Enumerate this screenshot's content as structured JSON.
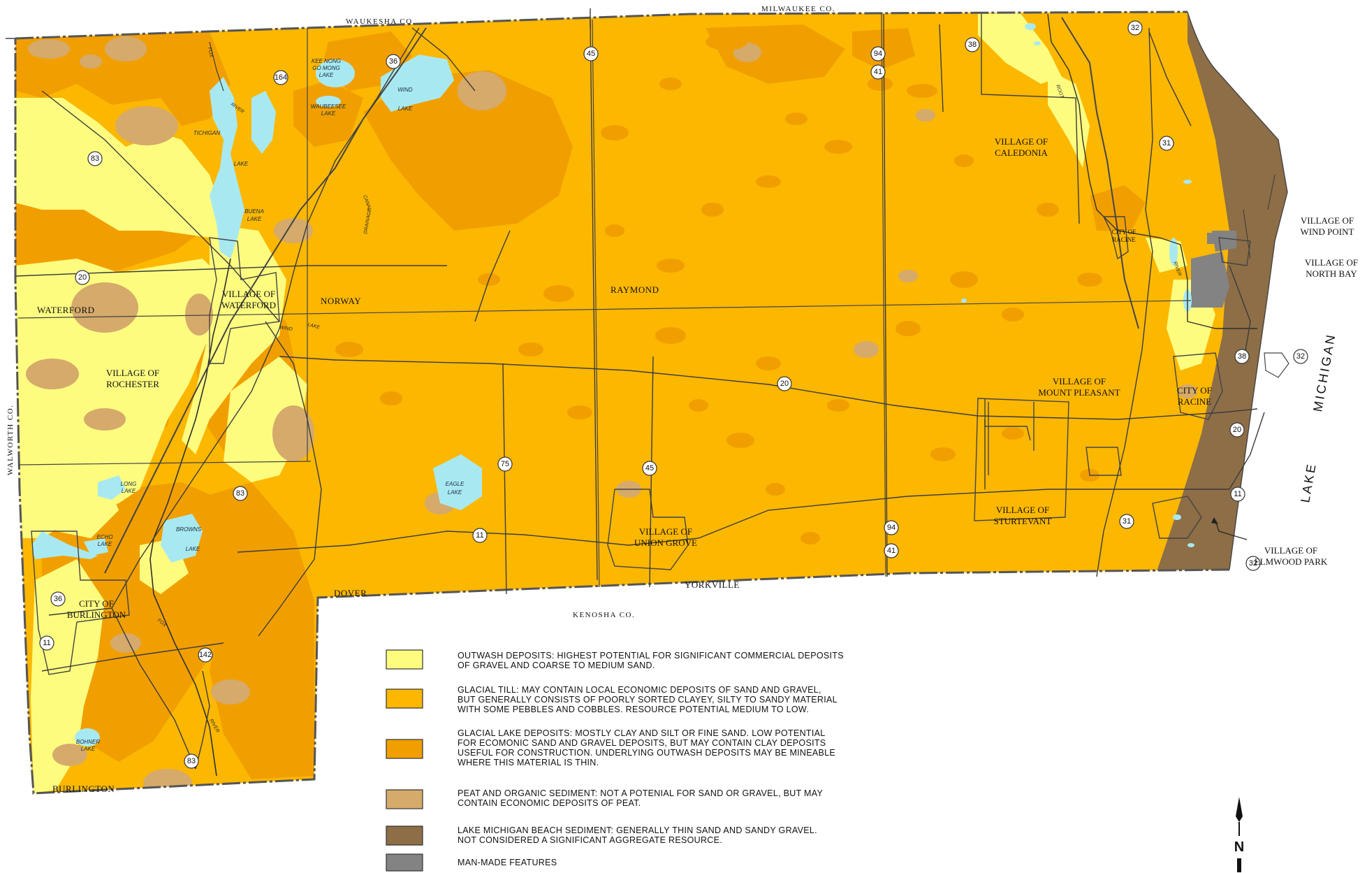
{
  "colors": {
    "outwash": "#fdfc7f",
    "till": "#fcb701",
    "glacial_lake": "#f19f00",
    "peat": "#d5aa6b",
    "beach": "#8d6e47",
    "manmade": "#838383",
    "water": "#a8e9f1",
    "border": "#555555",
    "road": "#3b3b3b"
  },
  "counties": {
    "north_west": "WAUKESHA  CO.",
    "north_east": "MILWAUKEE  CO.",
    "west": "WALWORTH  CO.",
    "south": "KENOSHA  CO."
  },
  "towns": {
    "waterford": "WATERFORD",
    "norway": "NORWAY",
    "raymond": "RAYMOND",
    "dover": "DOVER",
    "yorkville": "YORKVILLE",
    "burlington": "BURLINGTON"
  },
  "villages": {
    "waterford": [
      "VILLAGE OF",
      "WATERFORD"
    ],
    "rochester": [
      "VILLAGE OF",
      "ROCHESTER"
    ],
    "caledonia": [
      "VILLAGE OF",
      "CALEDONIA"
    ],
    "mount_pleasant": [
      "VILLAGE OF",
      "MOUNT PLEASANT"
    ],
    "sturtevant": [
      "VILLAGE OF",
      "STURTEVANT"
    ],
    "union_grove": [
      "VILLAGE OF",
      "UNION  GROVE"
    ],
    "wind_point": [
      "VILLAGE OF",
      "WIND POINT"
    ],
    "north_bay": [
      "VILLAGE OF",
      "NORTH BAY"
    ],
    "elmwood_park": [
      "VILLAGE OF",
      "ELMWOOD PARK"
    ]
  },
  "cities": {
    "racine": [
      "CITY OF",
      "RACINE"
    ],
    "racine_small": [
      "CITY OF",
      "RACINE"
    ],
    "burlington": [
      "CITY OF",
      "BURLINGTON"
    ]
  },
  "lakes": {
    "tichigan": "TICHIGAN",
    "tichigan2": "LAKE",
    "buena": "BUENA",
    "buena2": "LAKE",
    "kee_nong": "KEE NONG",
    "kee_nong2": "GO MONG",
    "kee_nong3": "LAKE",
    "waubeesee": "WAUBEESEE",
    "waubeesee2": "LAKE",
    "wind": "WIND",
    "wind2": "LAKE",
    "eagle": "EAGLE",
    "eagle2": "LAKE",
    "long": "LONG",
    "long2": "LAKE",
    "echo": "ECHO",
    "echo2": "LAKE",
    "browns": "BROWNS",
    "browns2": "LAKE",
    "bohner": "BOHNER",
    "bohner2": "LAKE",
    "michigan": "MICHIGAN",
    "lake_word": "LAKE"
  },
  "rivers": {
    "fox": "FOX",
    "river": "RIVER",
    "canal": "CANAL",
    "drainage": "DRAINAGE",
    "wind_lake": "WIND",
    "wind_lake2": "LAKE",
    "root": "ROOT",
    "fox2": "FOX",
    "river2": "RIVER",
    "root_river": "RIVER"
  },
  "highways": [
    "164",
    "36",
    "45",
    "94",
    "41",
    "38",
    "32",
    "31",
    "83",
    "20",
    "75",
    "11",
    "142"
  ],
  "legend": [
    {
      "key": "outwash",
      "lines": [
        "OUTWASH DEPOSITS:  HIGHEST POTENTIAL FOR SIGNIFICANT COMMERCIAL DEPOSITS",
        "OF GRAVEL AND COARSE TO MEDIUM SAND."
      ]
    },
    {
      "key": "till",
      "lines": [
        "GLACIAL TILL:  MAY CONTAIN LOCAL ECONOMIC DEPOSITS OF SAND AND GRAVEL,",
        "BUT GENERALLY CONSISTS OF POORLY SORTED CLAYEY, SILTY TO SANDY MATERIAL",
        "WITH SOME PEBBLES AND COBBLES.  RESOURCE POTENTIAL MEDIUM TO LOW."
      ]
    },
    {
      "key": "glacial_lake",
      "lines": [
        "GLACIAL LAKE DEPOSITS:  MOSTLY CLAY AND SILT OR FINE SAND.  LOW POTENTIAL",
        "FOR ECOMONIC SAND AND GRAVEL DEPOSITS, BUT MAY CONTAIN CLAY DEPOSITS",
        "USEFUL FOR CONSTRUCTION.  UNDERLYING OUTWASH DEPOSITS MAY BE MINEABLE",
        "WHERE THIS MATERIAL IS THIN."
      ]
    },
    {
      "key": "peat",
      "lines": [
        "PEAT AND ORGANIC SEDIMENT:  NOT A POTENIAL FOR SAND OR GRAVEL, BUT MAY",
        "CONTAIN ECONOMIC DEPOSITS OF PEAT."
      ]
    },
    {
      "key": "beach",
      "lines": [
        "LAKE MICHIGAN BEACH SEDIMENT:  GENERALLY THIN SAND AND SANDY GRAVEL.",
        "NOT CONSIDERED A SIGNIFICANT AGGREGATE RESOURCE."
      ]
    },
    {
      "key": "manmade",
      "lines": [
        "MAN-MADE FEATURES"
      ]
    }
  ],
  "north_arrow": "N"
}
